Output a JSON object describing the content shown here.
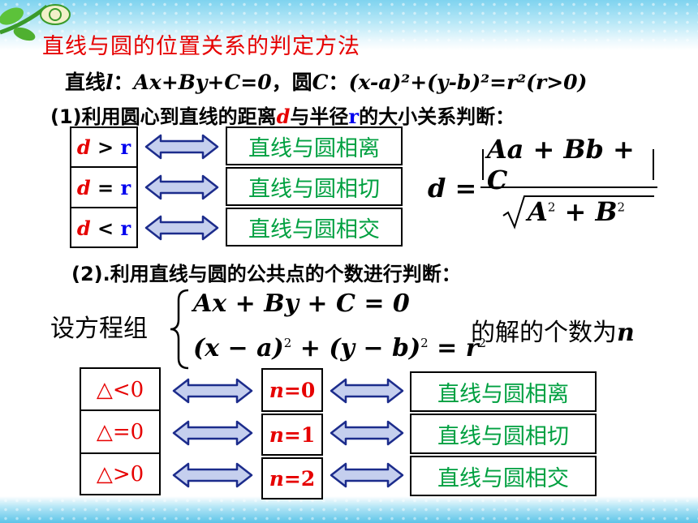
{
  "title": "直线与圆的位置关系的判定方法",
  "line1": {
    "prefix": "直线",
    "l": "l",
    "colon1": "：",
    "eq": "Ax+By+C=0",
    "sep": "，圆",
    "C": "C",
    "colon2": "：",
    "circle": "(x-a)²+(y-b)²=r²(r>0)"
  },
  "line2": {
    "pre": "(1)利用圆心到直线的距离",
    "d": "d",
    "mid": "与半径",
    "r": "r",
    "post": "的大小关系判断："
  },
  "method1": {
    "rows": [
      {
        "d": "d",
        "op": ">",
        "r": "r",
        "result": "直线与圆相离"
      },
      {
        "d": "d",
        "op": "=",
        "r": "r",
        "result": "直线与圆相切"
      },
      {
        "d": "d",
        "op": "<",
        "r": "r",
        "result": "直线与圆相交"
      }
    ]
  },
  "formula": {
    "lhs": "d",
    "eq": "=",
    "numerator": "Aa + Bb + C",
    "den_A": "A",
    "den_B": "B",
    "exp": "2",
    "plus": "+"
  },
  "line3": "(2).利用直线与圆的公共点的个数进行判断：",
  "system": {
    "label": "设方程组",
    "eq1": "Ax + By + C = 0",
    "eq2_a": "(x − a)",
    "eq2_b": " + (y − b)",
    "eq2_c": " = r",
    "exp": "2",
    "tail": "的解的个数为",
    "n": "n"
  },
  "method2": {
    "rows": [
      {
        "delta": "△<0",
        "n": "n",
        "count": "=0",
        "result": "直线与圆相离"
      },
      {
        "delta": "△=0",
        "n": "n",
        "count": "=1",
        "result": "直线与圆相切"
      },
      {
        "delta": "△>0",
        "n": "n",
        "count": "=2",
        "result": "直线与圆相交"
      }
    ]
  },
  "colors": {
    "title": "#e60000",
    "result_text": "#00a040",
    "arrow_fill": "#c5cfee",
    "arrow_stroke": "#1c2c8c",
    "d_color": "#e60000",
    "r_color": "#0000ee"
  }
}
